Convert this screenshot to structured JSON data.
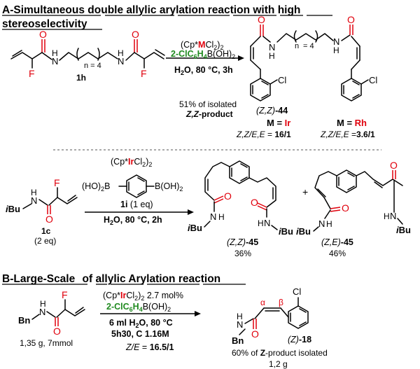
{
  "section_a": {
    "title_parts": [
      "A-Simultaneous",
      "double",
      "allylic",
      "arylation",
      "reaction",
      "with",
      "high"
    ],
    "title_line2": "stereoselectivity",
    "reactant_label": "1h",
    "n_label": "n = 4",
    "n_label_product": "= 4",
    "cat_a": "(Cp*",
    "cat_b": "M",
    "cat_c": "Cl",
    "cat_d": ")",
    "sub2": "2",
    "boronic_a": "2-ClC",
    "boronic_b": "6",
    "boronic_c": "H",
    "boronic_d": "4",
    "boronic_e": "B(OH)",
    "boronic_f": "2",
    "conditions_a": "H",
    "conditions_b": "2",
    "conditions_c": "O, 80 °C, 3h",
    "yield_line1": "51% of isolated",
    "yield_line2_a": "Z,Z",
    "yield_line2_b": "-product",
    "product_label_a": "(Z,Z)",
    "product_label_b": "-44",
    "metal_ir_a": "M = ",
    "metal_ir_b": "Ir",
    "metal_rh_a": "M = ",
    "metal_rh_b": "Rh",
    "ratio_ir_a": "Z,Z/E,E",
    "ratio_ir_b": " = ",
    "ratio_ir_c": "16/1",
    "ratio_rh_a": "Z,Z/E,E",
    "ratio_rh_b": " =",
    "ratio_rh_c": "3.6/1"
  },
  "section_a2": {
    "catalyst_a": "(Cp*",
    "catalyst_b": "Ir",
    "catalyst_c": "Cl",
    "catalyst_d": ")",
    "sub2": "2",
    "ho2b": "(HO)",
    "ho2b_2": "2",
    "ho2b_3": "B",
    "boh2": "B(OH)",
    "boh2_2": "2",
    "reagent_a": "1i",
    "reagent_b": " (1 eq)",
    "conditions_a": "H",
    "conditions_b": "2",
    "conditions_c": "O, 80 °C, 2h",
    "sm_label": "1c",
    "sm_eq": "(2 eq)",
    "ibu": "iBu",
    "ibu_i": "i",
    "ibu_rest": "Bu",
    "plus": "+",
    "p1_label_a": "(Z,Z)",
    "p1_label_b": "-45",
    "p1_yield": "36%",
    "p2_label_a": "(Z,E)",
    "p2_label_b": "-45",
    "p2_yield": "46%"
  },
  "section_b": {
    "title_parts": [
      "B-Large-Scale",
      "of",
      "allylic",
      "Arylation",
      "reaction"
    ],
    "sm_amount": "1,35 g, 7mmol",
    "bn": "Bn",
    "cat_a": "(Cp*",
    "cat_b": "Ir",
    "cat_c": "Cl",
    "cat_d": ")",
    "cat_e": " 2.7 mol%",
    "sub2": "2",
    "boronic_a": "2-ClC",
    "boronic_b": "6",
    "boronic_c": "H",
    "boronic_d": "4",
    "boronic_e": "B(OH)",
    "boronic_f": "2",
    "cond1_a": "6 ml H",
    "cond1_b": "2",
    "cond1_c": "O, 80 °C",
    "cond2": "5h30, C 1.16M",
    "ratio_a": "Z/E",
    "ratio_b": " = ",
    "ratio_c": "16.5/1",
    "alpha": "α",
    "beta": "β",
    "product_label_a": "(Z)",
    "product_label_b": "-18",
    "yield_a": "60% of ",
    "yield_b": "Z",
    "yield_c": "-product isolated",
    "mass": "1,2 g"
  },
  "atoms": {
    "N": "N",
    "H": "H",
    "O": "O",
    "F": "F",
    "Cl": "Cl"
  },
  "colors": {
    "metal": "#e0000c",
    "boronic": "#1f8a1f",
    "heteroatom": "#e0000c",
    "text": "#000000"
  }
}
